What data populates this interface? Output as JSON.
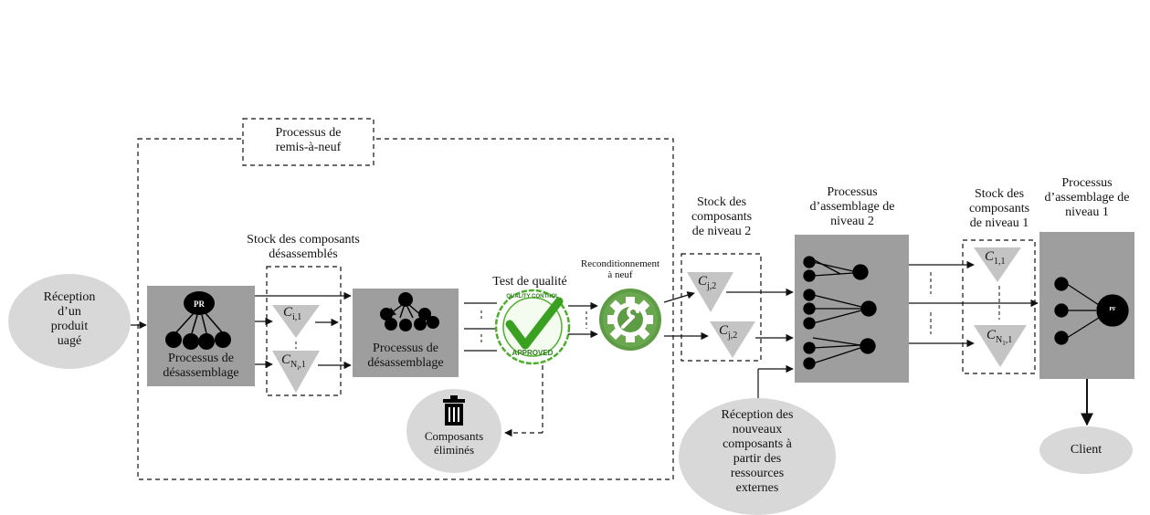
{
  "boxes": {
    "remis_title": [
      "Processus de",
      "remis-à-neuf"
    ],
    "reception_usage": [
      "Réception",
      "d’un",
      "produit",
      "uagé"
    ],
    "proc_desass_1": [
      "Processus de",
      "désassemblage"
    ],
    "pr_label": "PR",
    "stock_desass_title": [
      "Stock des composants",
      "désassemblés"
    ],
    "proc_desass_2": [
      "Processus de",
      "désassemblage"
    ],
    "test_qualite": "Test de qualité",
    "quality_badge_top": "QUALITY CONTROL",
    "quality_badge_bottom": "APPROVED",
    "recond": [
      "Reconditionnement",
      "à neuf"
    ],
    "composants_elimines": [
      "Composants",
      "éliminés"
    ],
    "stock_n2_title": [
      "Stock des",
      "composants",
      "de niveau 2"
    ],
    "assemblage_n2_title": [
      "Processus",
      "d’assemblage de",
      "niveau 2"
    ],
    "reception_nouveaux": [
      "Réception des",
      "nouveaux",
      "composants à",
      "partir des",
      "ressources",
      "externes"
    ],
    "stock_n1_title": [
      "Stock des",
      "composants",
      "de niveau 1"
    ],
    "assemblage_n1_title": [
      "Processus",
      "d’assemblage de",
      "niveau 1"
    ],
    "pf_label": "PF",
    "client": "Client"
  },
  "components": {
    "c_i1": {
      "letter": "C",
      "sub": "i,1"
    },
    "c_ni1": {
      "letter": "C",
      "sub": "N",
      "subsub": "i",
      "tail": ",1"
    },
    "c_j2_a": {
      "letter": "C",
      "sub": "j,2"
    },
    "c_j2_b": {
      "letter": "C",
      "sub": "j,2"
    },
    "c_11": {
      "letter": "C",
      "sub": "1,1"
    },
    "c_n11": {
      "letter": "C",
      "sub": "N",
      "subsub": "1",
      "tail": ",1"
    }
  },
  "colors": {
    "process_fill": "#9e9e9e",
    "ellipse_fill": "#d8d8d8",
    "triangle_fill": "#c4c4c4",
    "quality_green": "#4caf2a",
    "gear_green": "#5e9b45"
  }
}
